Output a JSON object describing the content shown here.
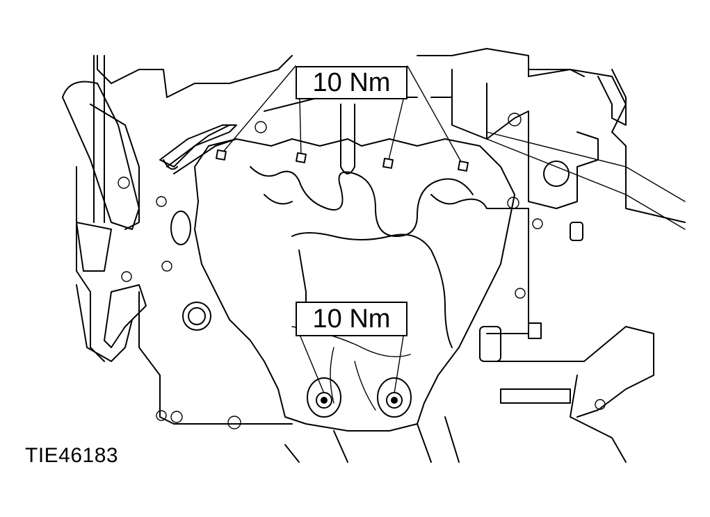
{
  "diagram": {
    "reference_code": "TIE46183",
    "torque_callouts": [
      {
        "label": "10 Nm",
        "fastener_count": 4
      },
      {
        "label": "10 Nm",
        "fastener_count": 2
      }
    ],
    "colors": {
      "line": "#000000",
      "background": "#ffffff"
    }
  }
}
